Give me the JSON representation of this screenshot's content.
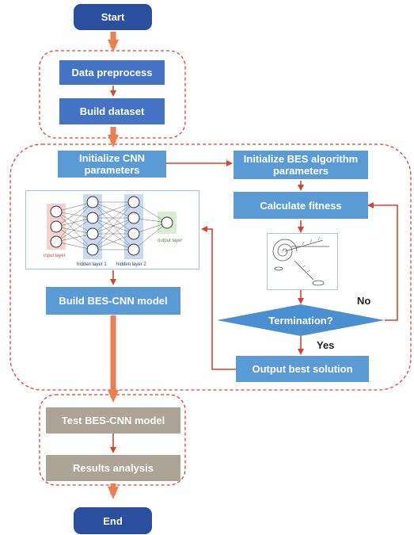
{
  "nodes": {
    "start": "Start",
    "data_preprocess": "Data preprocess",
    "build_dataset": "Build dataset",
    "init_cnn": "Initialize CNN parameters",
    "init_bes": "Initialize BES algorithm parameters",
    "calc_fitness": "Calculate fitness",
    "termination": "Termination?",
    "output_best": "Output best solution",
    "build_model": "Build BES-CNN model",
    "test_model": "Test BES-CNN model",
    "results_analysis": "Results analysis",
    "end": "End"
  },
  "edge_labels": {
    "no": "No",
    "yes": "Yes"
  },
  "nn_diagram": {
    "input_layer": "input layer",
    "hidden_layer_1": "hidden layer 1",
    "hidden_layer_2": "hidden layer 2",
    "output_layer": "output layer"
  },
  "colors": {
    "navy": "#2a4f9e",
    "blue": "#4472c4",
    "light_blue": "#5b9bd5",
    "tan": "#aca496",
    "arrow_orange": "#ed7d52",
    "arrow_red": "#d9432b",
    "dashed_red": "#e0403a"
  }
}
